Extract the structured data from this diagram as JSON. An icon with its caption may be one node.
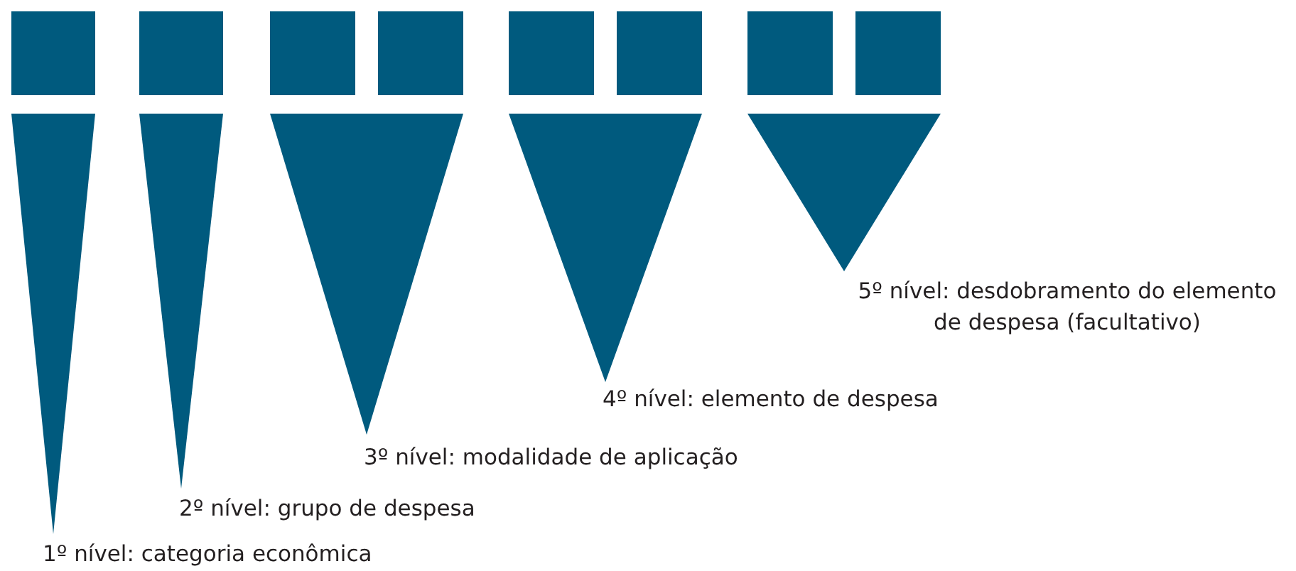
{
  "diagram": {
    "nodes": [
      {
        "text": [],
        "shape": "box"
      },
      {
        "text": [],
        "shape": "box"
      },
      {
        "text": [],
        "shape": "box"
      },
      {
        "text": [],
        "shape": "box"
      },
      {
        "text": [],
        "shape": "box"
      },
      {
        "text": [],
        "shape": "box"
      },
      {
        "text": [],
        "shape": "box"
      },
      {
        "text": [],
        "shape": "box"
      },
      {
        "text": [],
        "shape": "triangle"
      },
      {
        "text": [],
        "shape": "triangle"
      },
      {
        "text": [],
        "shape": "triangle"
      },
      {
        "text": [],
        "shape": "triangle"
      },
      {
        "text": [],
        "shape": "triangle"
      }
    ],
    "labels": [
      "5º nível: desdobramento do elemento de despesa (facultativo)",
      "4º nível: elemento de despesa",
      "3º nível: modalidade de aplicação",
      "2º nível: grupo de despesa",
      "1º nível: categoria econômica"
    ]
  }
}
